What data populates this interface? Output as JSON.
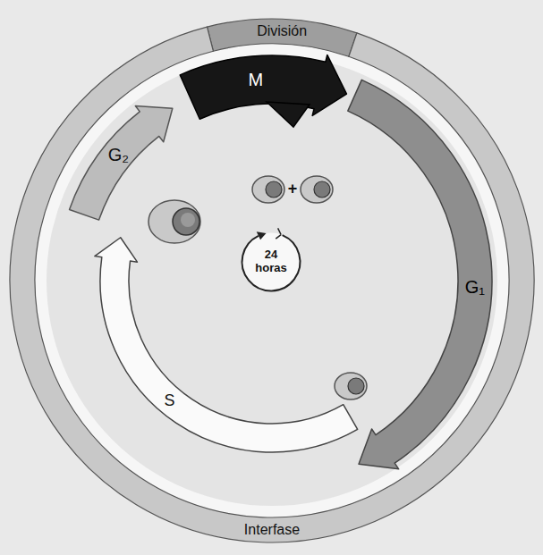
{
  "diagram": {
    "nodes": [
      {
        "text": [
          "División"
        ]
      },
      {
        "text": [
          "M"
        ]
      },
      {
        "text": [
          "G₂"
        ]
      },
      {
        "text": [
          "G₁"
        ]
      },
      {
        "text": [
          "24 horas"
        ]
      },
      {
        "text": [
          "S"
        ]
      },
      {
        "text": [
          "Interfase"
        ]
      }
    ],
    "labels": [
      "+"
    ]
  }
}
